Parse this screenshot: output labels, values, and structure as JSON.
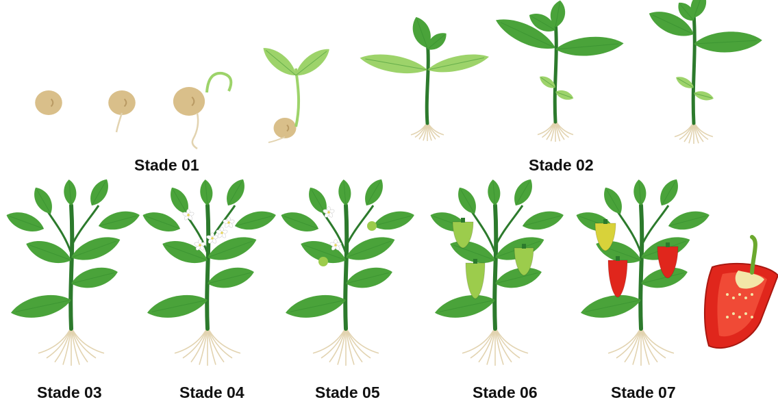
{
  "labels": {
    "stage_01": "Stade 01",
    "stage_02": "Stade 02",
    "stage_03": "Stade 03",
    "stage_04": "Stade 04",
    "stage_05": "Stade 05",
    "stage_06": "Stade 06",
    "stage_07": "Stade 07"
  },
  "colors": {
    "seed": "#d9bf8a",
    "seed_shadow": "#b99a63",
    "stem": "#2c7a2c",
    "leaf": "#4aa33a",
    "leaf_light": "#9dd36a",
    "leaf_dark": "#2f8a2b",
    "root": "#e2d3b0",
    "flower": "#ffffff",
    "pepper_green": "#9ccc4c",
    "pepper_yellow": "#d8d23a",
    "pepper_red": "#e0261c",
    "pepper_flesh": "#f3e6a8"
  }
}
